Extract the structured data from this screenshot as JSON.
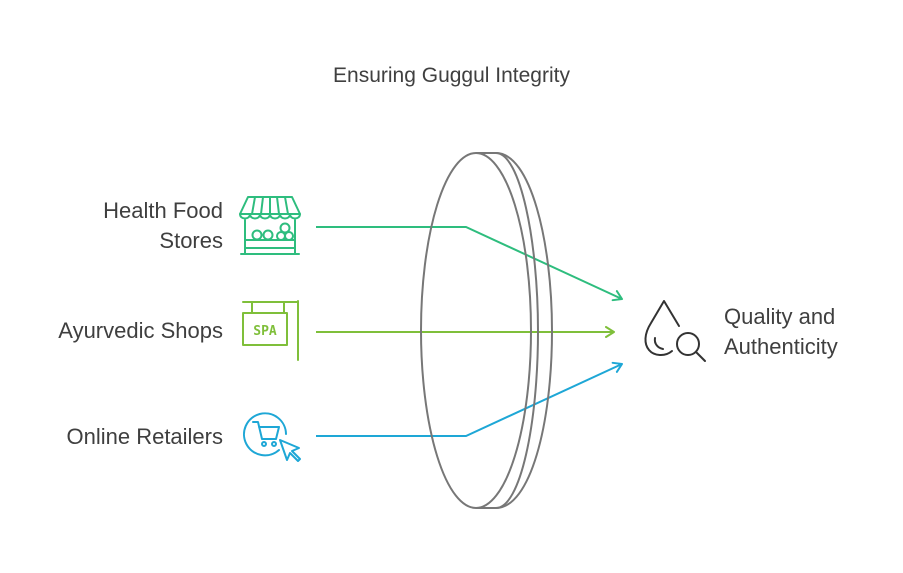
{
  "title": "Ensuring Guggul Integrity",
  "sources": [
    {
      "id": "health-food-stores",
      "label_line1": "Health Food",
      "label_line2": "Stores",
      "color": "#2ebd7e",
      "icon": "storefront-icon"
    },
    {
      "id": "ayurvedic-shops",
      "label": "Ayurvedic Shops",
      "color": "#7fbf3a",
      "icon": "spa-sign-icon",
      "sign_text": "SPA"
    },
    {
      "id": "online-retailers",
      "label": "Online Retailers",
      "color": "#1ea7d6",
      "icon": "cart-cursor-icon"
    }
  ],
  "lens": {
    "icon": "lens-shape",
    "stroke": "#777777"
  },
  "target": {
    "label_line1": "Quality and",
    "label_line2": "Authenticity",
    "icon": "drop-magnifier-icon",
    "color": "#333333"
  }
}
